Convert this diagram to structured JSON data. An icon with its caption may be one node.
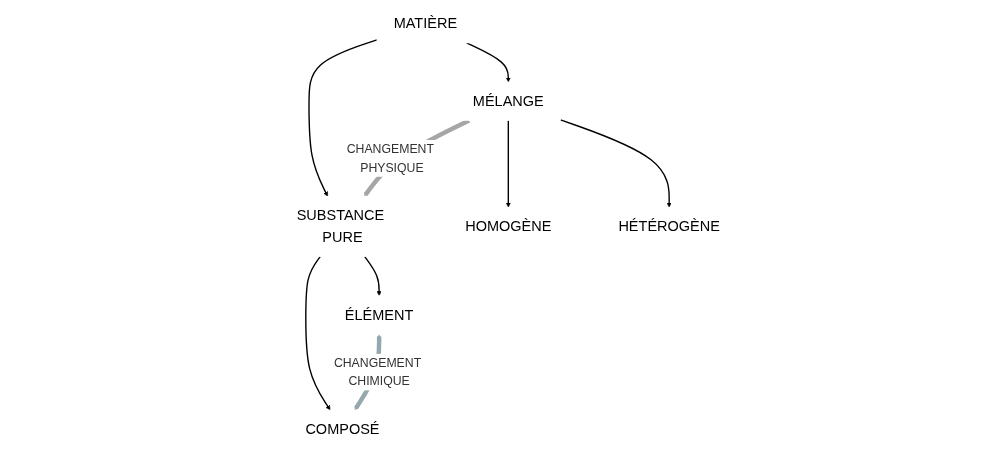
{
  "diagram": {
    "nodes": [
      {
        "text": [
          "MATIÈRE"
        ]
      },
      {
        "text": [
          "MÉLANGE"
        ]
      },
      {
        "text": [
          "SUBSTANCE PURE"
        ]
      },
      {
        "text": [
          "HOMOGÈNE"
        ]
      },
      {
        "text": [
          "HÉTÉROGÈNE"
        ]
      },
      {
        "text": [
          "ÉLÉMENT"
        ]
      },
      {
        "text": [
          "COMPOSÉ"
        ]
      }
    ],
    "edges": [
      {
        "from": 0,
        "to": 1,
        "arrow": "to"
      },
      {
        "from": 0,
        "to": 2,
        "arrow": "to"
      },
      {
        "from": 1,
        "to": 2,
        "arrow": "to",
        "label": "CHANGEMENT PHYSIQUE",
        "style": "thick",
        "color": "#a6a6a6"
      },
      {
        "from": 1,
        "to": 3,
        "arrow": "to"
      },
      {
        "from": 1,
        "to": 4,
        "arrow": "to"
      },
      {
        "from": 2,
        "to": 5,
        "arrow": "to"
      },
      {
        "from": 2,
        "to": 6,
        "arrow": "to"
      },
      {
        "from": 5,
        "to": 6,
        "arrow": "both",
        "label": "CHANGEMENT CHIMIQUE",
        "style": "thick",
        "color": "#95a8ae"
      }
    ]
  }
}
